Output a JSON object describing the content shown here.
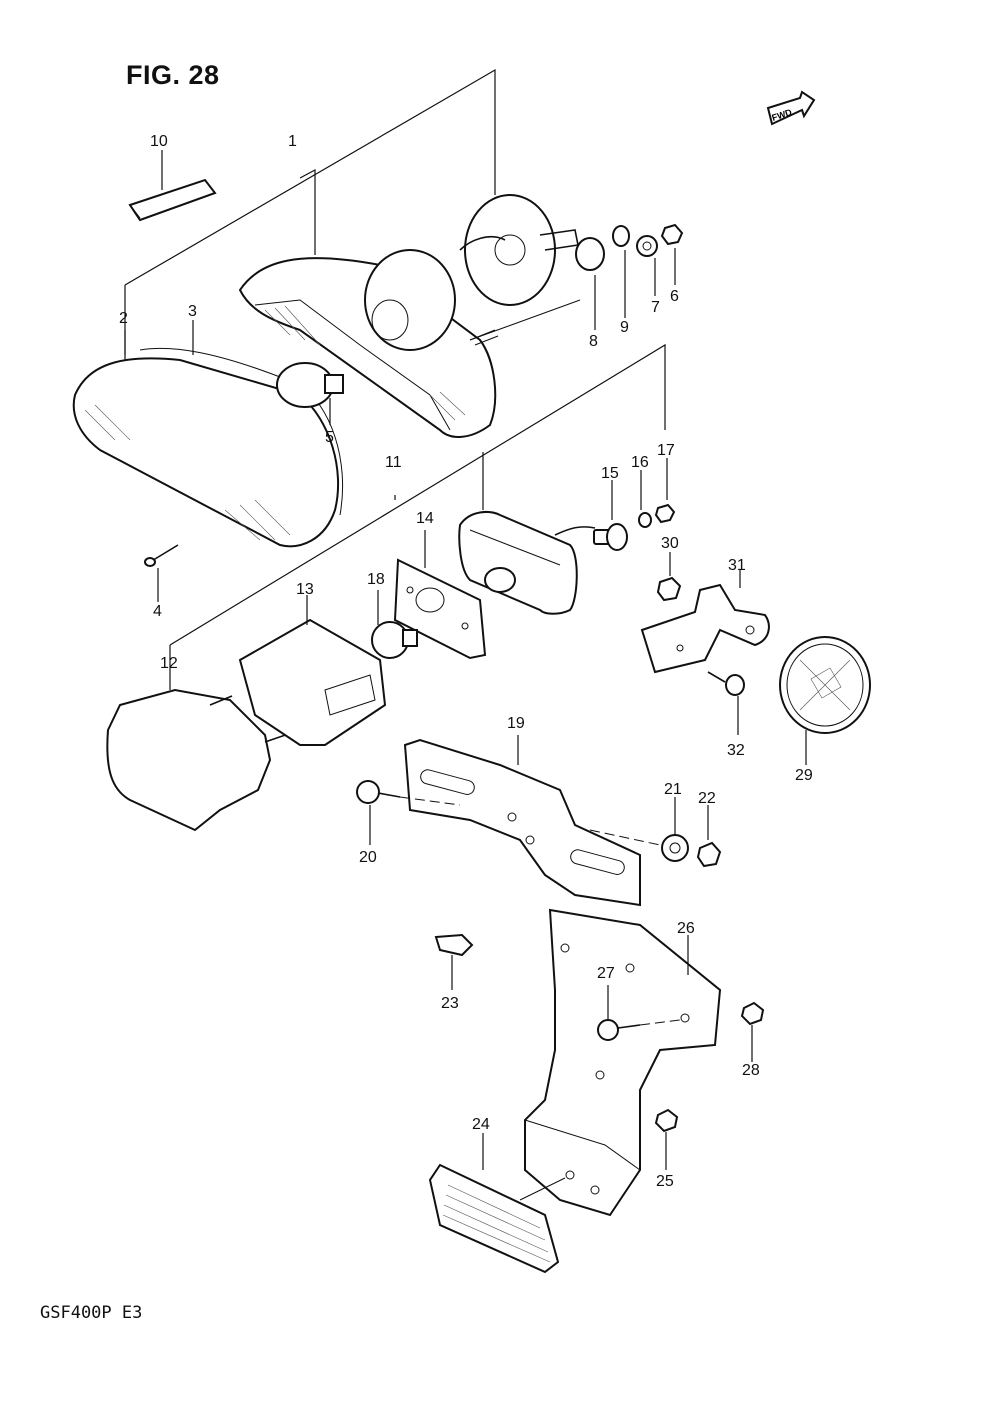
{
  "figure": {
    "title": "FIG. 28",
    "fwd_label": "FWD",
    "model_code": "GSF400P  E3"
  },
  "callouts": [
    "1",
    "2",
    "3",
    "4",
    "5",
    "6",
    "7",
    "8",
    "9",
    "10",
    "11",
    "12",
    "13",
    "14",
    "15",
    "16",
    "17",
    "18",
    "19",
    "20",
    "21",
    "22",
    "23",
    "24",
    "25",
    "26",
    "27",
    "28",
    "29",
    "30",
    "31",
    "32"
  ],
  "colors": {
    "ink": "#111111",
    "paper": "#ffffff"
  }
}
